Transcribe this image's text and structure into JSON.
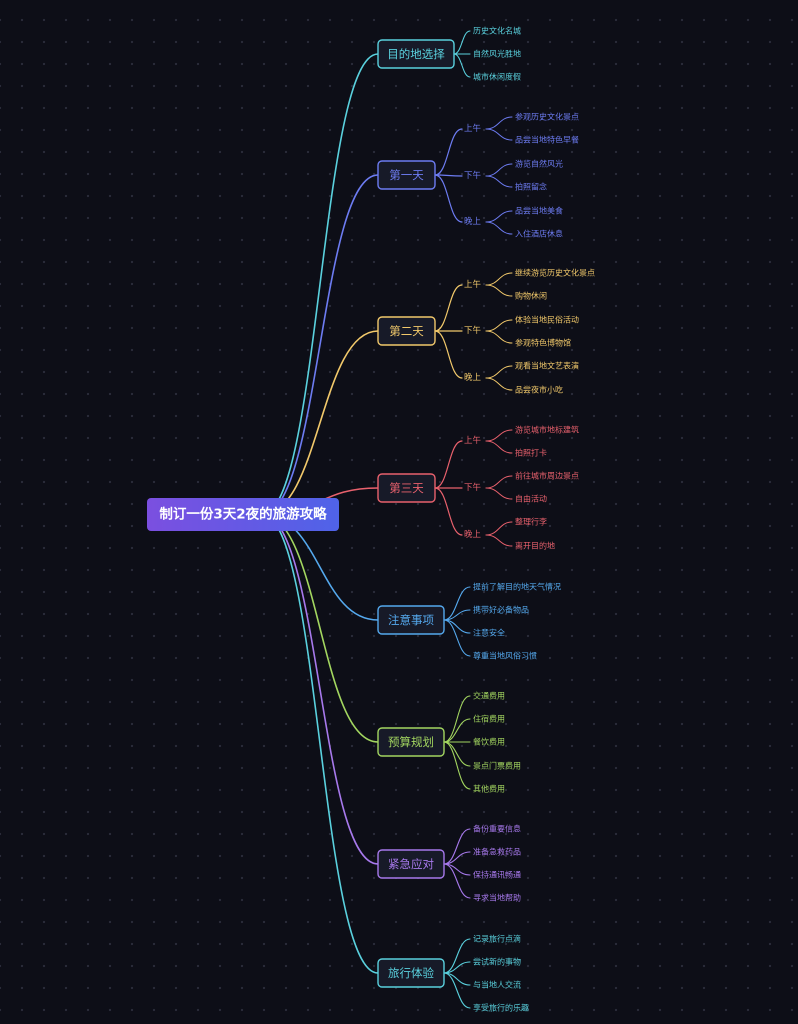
{
  "root": {
    "text": "制订一份3天2夜的旅游攻略"
  },
  "branches": [
    {
      "text": "目的地选择",
      "color": "#5ad1de",
      "children": [
        {
          "text": "历史文化名城"
        },
        {
          "text": "自然风光胜地"
        },
        {
          "text": "城市休闲度假"
        }
      ]
    },
    {
      "text": "第一天",
      "color": "#6d7cf2",
      "children": [
        {
          "text": "上午",
          "children": [
            {
              "text": "参观历史文化景点"
            },
            {
              "text": "品尝当地特色早餐"
            }
          ]
        },
        {
          "text": "下午",
          "children": [
            {
              "text": "游览自然风光"
            },
            {
              "text": "拍照留念"
            }
          ]
        },
        {
          "text": "晚上",
          "children": [
            {
              "text": "品尝当地美食"
            },
            {
              "text": "入住酒店休息"
            }
          ]
        }
      ]
    },
    {
      "text": "第二天",
      "color": "#f2c96b",
      "children": [
        {
          "text": "上午",
          "children": [
            {
              "text": "继续游览历史文化景点"
            },
            {
              "text": "购物休闲"
            }
          ]
        },
        {
          "text": "下午",
          "children": [
            {
              "text": "体验当地民俗活动"
            },
            {
              "text": "参观特色博物馆"
            }
          ]
        },
        {
          "text": "晚上",
          "children": [
            {
              "text": "观看当地文艺表演"
            },
            {
              "text": "品尝夜市小吃"
            }
          ]
        }
      ]
    },
    {
      "text": "第三天",
      "color": "#e9616d",
      "children": [
        {
          "text": "上午",
          "children": [
            {
              "text": "游览城市地标建筑"
            },
            {
              "text": "拍照打卡"
            }
          ]
        },
        {
          "text": "下午",
          "children": [
            {
              "text": "前往城市周边景点"
            },
            {
              "text": "自由活动"
            }
          ]
        },
        {
          "text": "晚上",
          "children": [
            {
              "text": "整理行李"
            },
            {
              "text": "离开目的地"
            }
          ]
        }
      ]
    },
    {
      "text": "注意事项",
      "color": "#55a9ee",
      "children": [
        {
          "text": "提前了解目的地天气情况"
        },
        {
          "text": "携带好必备物品"
        },
        {
          "text": "注意安全"
        },
        {
          "text": "尊重当地风俗习惯"
        }
      ]
    },
    {
      "text": "预算规划",
      "color": "#a3d660",
      "children": [
        {
          "text": "交通费用"
        },
        {
          "text": "住宿费用"
        },
        {
          "text": "餐饮费用"
        },
        {
          "text": "景点门票费用"
        },
        {
          "text": "其他费用"
        }
      ]
    },
    {
      "text": "紧急应对",
      "color": "#a779ec",
      "children": [
        {
          "text": "备份重要信息"
        },
        {
          "text": "准备急救药品"
        },
        {
          "text": "保持通讯畅通"
        },
        {
          "text": "寻求当地帮助"
        }
      ]
    },
    {
      "text": "旅行体验",
      "color": "#5ad1de",
      "children": [
        {
          "text": "记录旅行点滴"
        },
        {
          "text": "尝试新的事物"
        },
        {
          "text": "与当地人交流"
        },
        {
          "text": "享受旅行的乐趣"
        }
      ]
    }
  ]
}
